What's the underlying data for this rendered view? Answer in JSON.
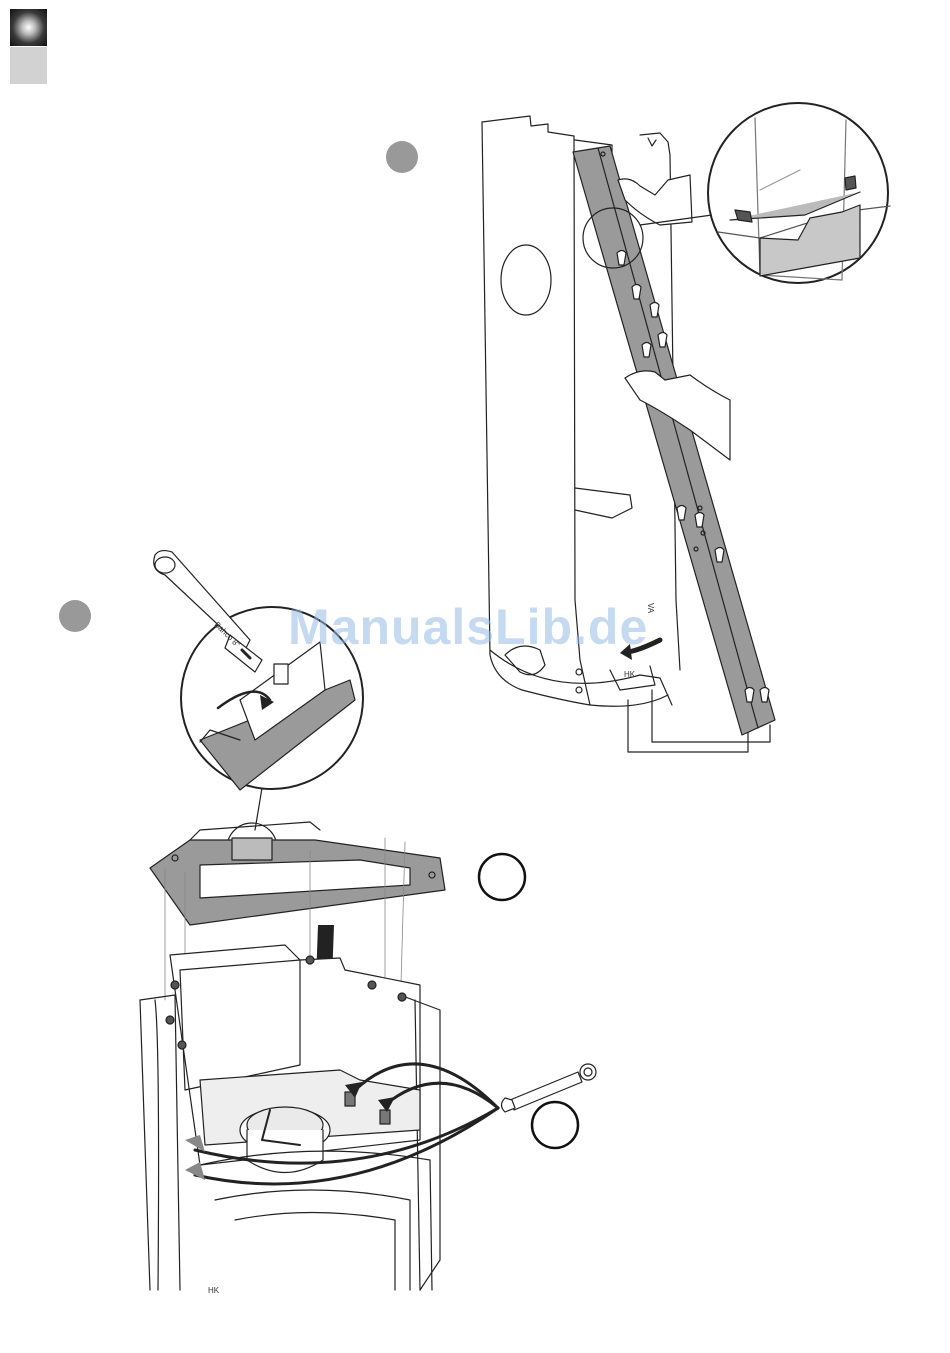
{
  "watermark": "ManualsLib.de",
  "tool_labels": {
    "wrench_text": "Bahco 8\""
  },
  "panel_markings": {
    "va": "VA",
    "hk_lower": "HK",
    "hk_upper": "HK"
  },
  "colors": {
    "step_dot_filled": "#999999",
    "step_ring": "#111111",
    "panel_gray": "#9a9a9a",
    "line": "#222222"
  }
}
